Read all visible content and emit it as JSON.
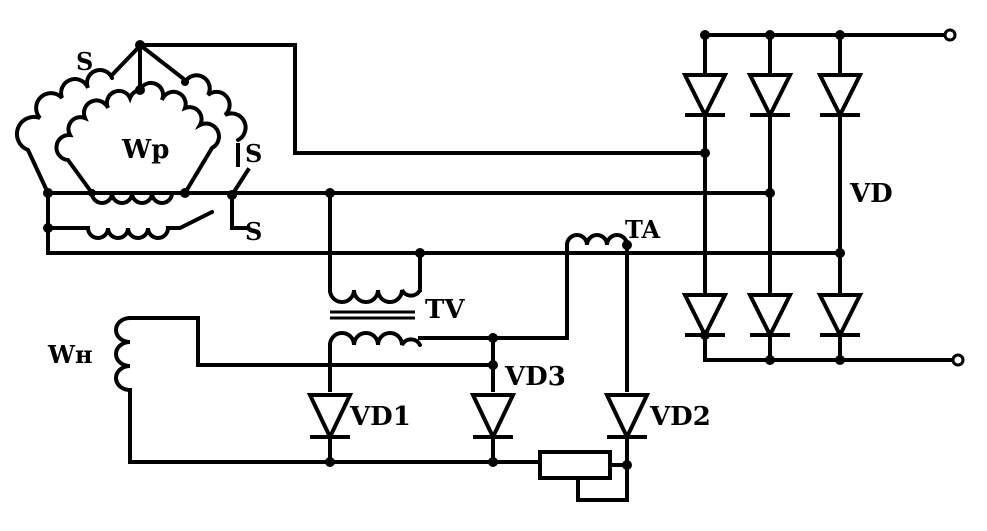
{
  "labels": {
    "s_top": "S",
    "s_mid": "S",
    "s_low": "S",
    "wp": "Wp",
    "wh": "Wн",
    "tv": "TV",
    "ta": "TA",
    "vd": "VD",
    "vd1": "VD1",
    "vd2": "VD2",
    "vd3": "VD3"
  }
}
